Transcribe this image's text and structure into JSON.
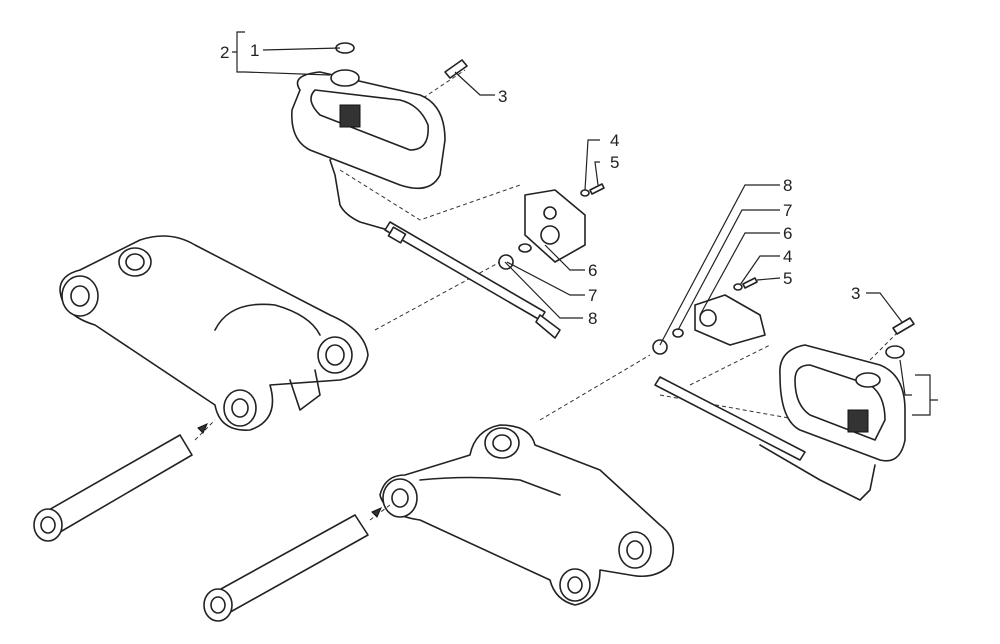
{
  "diagram": {
    "type": "exploded-parts-diagram",
    "left_assembly_callouts": [
      "2",
      "1",
      "3",
      "4",
      "5",
      "6",
      "7",
      "8"
    ],
    "right_assembly_callouts": [
      "8",
      "7",
      "6",
      "4",
      "5",
      "3"
    ]
  }
}
